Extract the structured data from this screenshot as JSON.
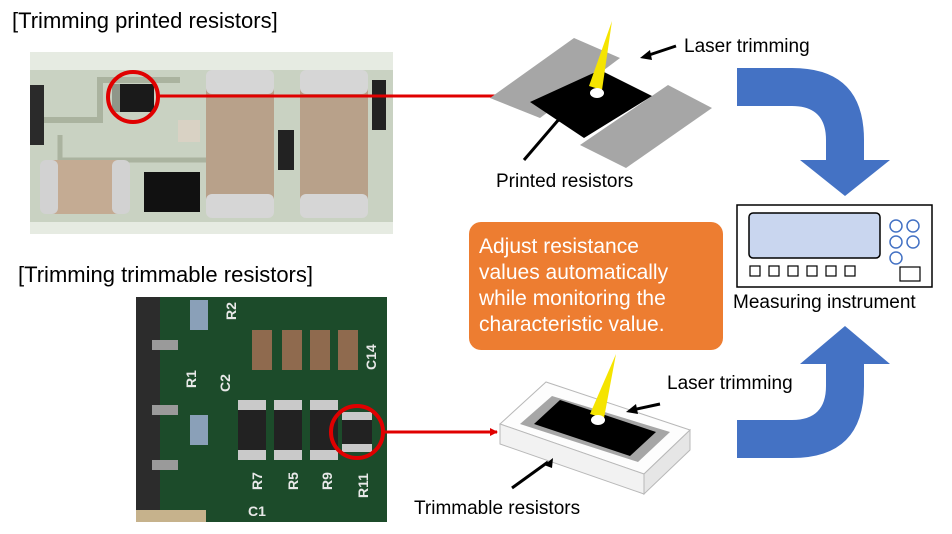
{
  "titles": {
    "printed": "[Trimming printed resistors]",
    "trimmable": "[Trimming trimmable resistors]"
  },
  "labels": {
    "laser_top": "Laser trimming",
    "laser_bottom": "Laser trimming",
    "printed_resistors": "Printed resistors",
    "trimmable_resistors": "Trimmable resistors",
    "measuring_instrument": "Measuring instrument"
  },
  "callout": {
    "lines": [
      "Adjust resistance",
      "values automatically",
      "while monitoring the",
      "characteristic value."
    ]
  },
  "pcb_silkscreen": {
    "labels": [
      "R1",
      "C2",
      "C14",
      "R7",
      "R5",
      "R9",
      "R11",
      "C1",
      "R2"
    ]
  },
  "colors": {
    "highlight_red": "#e00000",
    "flow_arrow_blue": "#4472c4",
    "callout_orange": "#ed7d31",
    "laser_yellow": "#f5e400",
    "pcb_green": "#1c4b2a",
    "ceramic_board": "#c9d2c2"
  }
}
